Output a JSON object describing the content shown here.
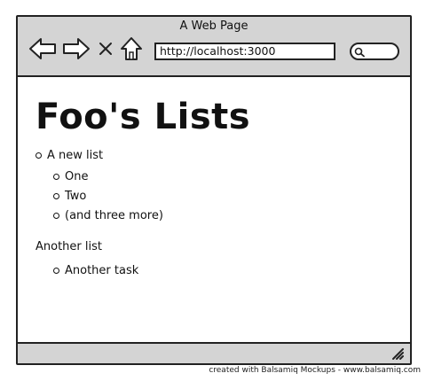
{
  "window": {
    "title": "A Web Page",
    "url": "http://localhost:3000"
  },
  "toolbar": {
    "icons": [
      "back-arrow-icon",
      "forward-arrow-icon",
      "close-icon",
      "home-icon",
      "search-icon"
    ]
  },
  "page": {
    "heading": "Foo's Lists",
    "lists": [
      {
        "name": "A new list",
        "items": [
          "One",
          "Two",
          "(and three more)"
        ]
      },
      {
        "name": "Another list",
        "items": [
          "Another task"
        ]
      }
    ]
  },
  "footer": {
    "credit": "created with Balsamiq Mockups - www.balsamiq.com"
  },
  "colors": {
    "chrome": "#d4d4d4",
    "border": "#222222",
    "background": "#ffffff"
  }
}
